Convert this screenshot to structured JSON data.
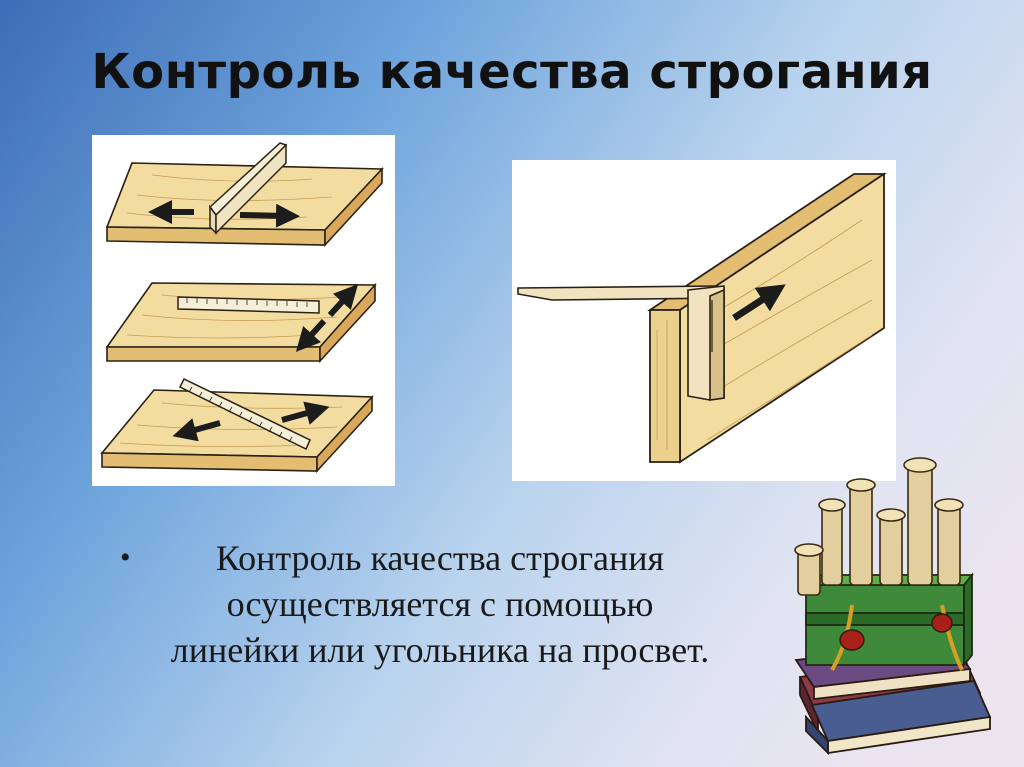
{
  "slide": {
    "title": "Контроль качества строгания",
    "bullet_text": "Контроль качества строгания\nосуществляется с помощью\nлинейки или угольника на просвет.",
    "bullet_symbol": "•"
  },
  "illustrations": {
    "left_panel": "board-with-ruler-check-positions",
    "right_panel": "board-with-try-square",
    "clipart": "scrolls-and-books-icon"
  },
  "colors": {
    "wood": "#f3dca0",
    "wood_dark": "#d9a85a",
    "outline": "#2a2114",
    "arrow": "#1c1c1c"
  }
}
